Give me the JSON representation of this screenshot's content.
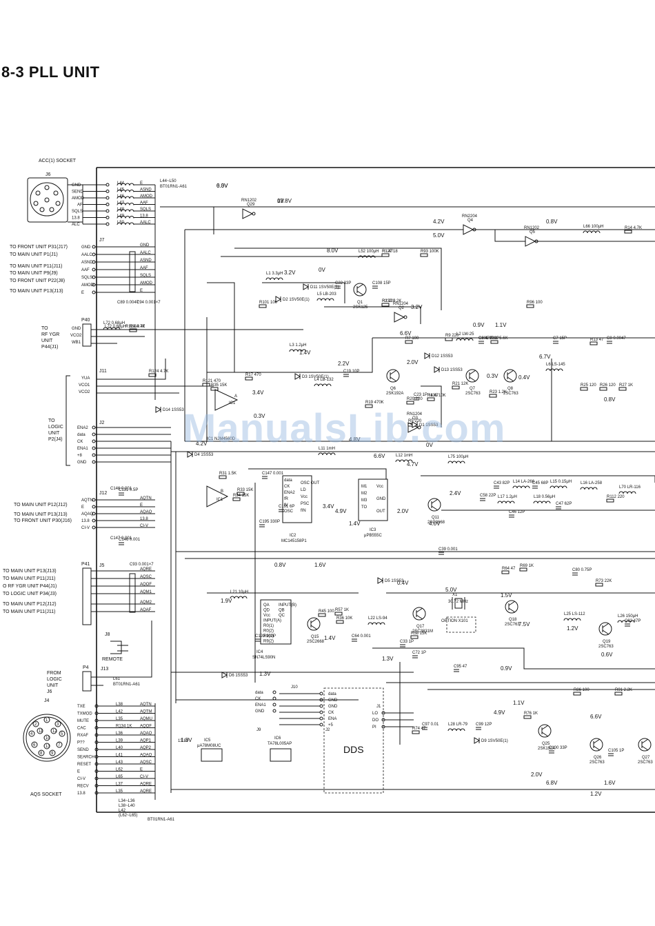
{
  "page_title": "8-3 PLL UNIT",
  "watermark": "ManualsLib.com",
  "connectors": {
    "acc_socket": "ACC(1) SOCKET",
    "acc_socket_ref": "J6",
    "acc_pins": [
      "GND",
      "SEND",
      "AMOD",
      "AF",
      "SQLS",
      "13.8",
      "ALC"
    ],
    "acc_coils": [
      "L44",
      "L45",
      "L46",
      "L47",
      "L48",
      "L49",
      "L50"
    ],
    "acc_right": [
      "E",
      "ASND",
      "AMOD",
      "AAF",
      "SQLS",
      "13.8",
      "AALC"
    ],
    "coil_note": "L44~L50",
    "coil_part": "BT01RN1-A61",
    "j7_ref": "J7",
    "j7_lines": [
      "TO FRONT UNIT P31(J17)",
      "TO MAIN UNIT P1(J1)",
      "TO MAIN UNIT P11(J11)",
      "TO MAIN UNIT P9(J9)",
      "TO FRONT UNIT P22(J8)",
      "TO MAIN UNIT P13(J13)"
    ],
    "j7_pins": [
      "GND",
      "AALC",
      "ASND",
      "AAF",
      "SQLS",
      "AMOD",
      "E"
    ],
    "p40_ref": "P40",
    "p40_to": [
      "TO",
      "RF YGR",
      "UNIT",
      "P44(J1)"
    ],
    "p40_pins": [
      "GND",
      "VCO2",
      "WB1"
    ],
    "j11_ref": "J11",
    "j11_pins": [
      "YUA",
      "VCO1",
      "VCO2"
    ],
    "j2_ref": "J2",
    "j2_pins": [
      "ENA2",
      "data",
      "CK",
      "ENA1",
      "+8",
      "GND"
    ],
    "logic_to": [
      "TO",
      "LOGIC",
      "UNIT",
      "P2(J4)"
    ],
    "j12_ref": "J12",
    "j12_lines": [
      "TO MAIN UNIT P12(J12)",
      "TO MAIN UNIT P13(J13)",
      "TO FRONT UNIT P30(J16)"
    ],
    "j12_pins": [
      "AQTN",
      "E",
      "AQAQ",
      "13.8",
      "CI-V"
    ],
    "p41_ref": "P41",
    "j5_ref": "J5",
    "j5_lines": [
      "TO MAIN UNIT P13(J13)",
      "TO MAIN UNIT P11(J11)",
      "O RF YGR UNIT P44(J1)",
      "TO LOGIC UNIT P34(J3)",
      "TO MAIN UNIT P12(J12)",
      "TO MAIN UNIT P11(J11)"
    ],
    "j5_right": [
      "AQRE",
      "AQSC",
      "AQOF",
      "AQM1",
      "AQM2",
      "AQAF"
    ],
    "j8_ref": "J8",
    "remote_label": "REMOTE",
    "p4_ref": "P4",
    "j13_ref": "J13",
    "from_logic": [
      "FROM",
      "LOGIC",
      "UNIT",
      "J6"
    ],
    "l61": "L61",
    "l61_part": "BT01RN1-A61",
    "j4_ref": "J4",
    "aqs_socket": "AQS SOCKET",
    "j4_pins": [
      "TXE",
      "TXMOD",
      "MUTE",
      "CAC",
      "RXAF",
      "P??",
      "SEND",
      "SEARCH",
      "RESET",
      "E",
      "CI-V",
      "RECV",
      "13.8"
    ],
    "j4_coils": [
      "L38",
      "L42",
      "L35",
      "R134 1K",
      "L36",
      "L39",
      "L40",
      "L41",
      "L43",
      "L62",
      "L65",
      "L37",
      "L35"
    ],
    "j4_right": [
      "AQTN",
      "AQTM",
      "AQMU",
      "AQOF",
      "AQAQ",
      "AQP1",
      "AQP2",
      "AQAQ",
      "AQSC",
      "E",
      "CI-V",
      "AQRE",
      "AQRE"
    ],
    "coil_note2": [
      "L34~L36",
      "L38~L40",
      "L42",
      "(L62~L65)"
    ],
    "coil_part2": "BT01RN1-A61"
  },
  "components": {
    "ics": [
      {
        "ref": "IC1",
        "part": "A"
      },
      {
        "ref": "IC1",
        "part": "B"
      },
      {
        "ref": "IC2",
        "part": "MC145158P1"
      },
      {
        "ref": "IC3",
        "part": "μPB555C"
      },
      {
        "ref": "IC4",
        "part": "SN74LS90N"
      },
      {
        "ref": "IC5",
        "part": "μA78M08UC"
      },
      {
        "ref": "IC6",
        "part": "TA78L005AP"
      }
    ],
    "ic1_note": "IC1 NJM4560D",
    "ic2_pins": [
      "OSC OUT",
      "LD",
      "Vcc",
      "PSC",
      "fIN",
      "data",
      "CK",
      "ENA2",
      "fR",
      "fV",
      "OSC"
    ],
    "ic3_pins": [
      "M1",
      "M2",
      "M3",
      "TO",
      "Vcc",
      "GND",
      "OUT"
    ],
    "ic4_pins": [
      "QA",
      "QD",
      "Vcc",
      "INPUT(A)",
      "R0(1)",
      "R0(2)",
      "R9(1)",
      "R9(2)",
      "INPUT(B)",
      "QB",
      "QC"
    ],
    "transistors": [
      {
        "ref": "Q29",
        "part": "RN1202"
      },
      {
        "ref": "Q4",
        "part": "RN2204"
      },
      {
        "ref": "Q5",
        "part": "RN1202"
      },
      {
        "ref": "Q1",
        "part": "2SK125"
      },
      {
        "ref": "Q2",
        "part": "RN1204"
      },
      {
        "ref": "Q6",
        "part": "2SK192A"
      },
      {
        "ref": "Q7",
        "part": "2SC763"
      },
      {
        "ref": "Q8",
        "part": "2SC763"
      },
      {
        "ref": "Q3",
        "part": "RN1204"
      },
      {
        "ref": "Q11",
        "part": "2SC2668"
      },
      {
        "ref": "Q15",
        "part": "2SC2668"
      },
      {
        "ref": "Q17",
        "part": "2SC3831M"
      },
      {
        "ref": "Q18",
        "part": "2SC763"
      },
      {
        "ref": "Q19",
        "part": "2SC763"
      },
      {
        "ref": "Q25",
        "part": "2SK192A"
      },
      {
        "ref": "Q26",
        "part": "2SC763"
      },
      {
        "ref": "Q27",
        "part": "2SC763"
      }
    ],
    "diodes": [
      "D1 1SS53",
      "D2 1SV50E(1)",
      "D3 1SV50E(1)",
      "D4 1SS53",
      "D6 1SS53",
      "D11 1SV50E(1)",
      "D12 1SS53",
      "D13 1SS53",
      "D14 1SS53",
      "D5 1SS53",
      "D9 1SV50E(1)"
    ],
    "crystal": {
      "ref": "X1",
      "value": "30.72 MHz"
    },
    "xtal_option": "OPTION X101",
    "dds_label": "DDS",
    "j9_ref": "J9",
    "j10_ref": "J10",
    "j10_pins": [
      "data",
      "GND",
      "GND",
      "CK",
      "ENA",
      "+5"
    ],
    "j1_pins": [
      "LO",
      "DO",
      "PI"
    ],
    "j9_pins": [
      "data",
      "CK",
      "ENA1",
      "GND"
    ]
  },
  "parts": {
    "r_values": [
      "R1 47",
      "R2 220",
      "R4 47",
      "R5 220",
      "R7 100",
      "R9 220",
      "R11 5.6K",
      "R13 47",
      "R14 4.7K",
      "R17 470",
      "R19 470K",
      "R20 220",
      "R21 12K",
      "R23 1.2K",
      "R25 120",
      "R26 120",
      "R27 1K",
      "R31 1.5K",
      "R33 15K",
      "R34 15K",
      "R35 15K",
      "R36 10K",
      "R45 100",
      "R57 1K",
      "R58 15K",
      "R64 47",
      "R69 1K",
      "R73 22K",
      "R74 47",
      "R76 1K",
      "R86 100",
      "R91 2.2K",
      "R93 100K",
      "R96 100",
      "R101 100",
      "R110 47",
      "R112 220",
      "R121 470",
      "R124 4.7K",
      "R127 18",
      "R132 2.2K",
      "R135 10K"
    ],
    "c_values": [
      "C6 47P",
      "C7 15P",
      "C8 0.0047",
      "C19 10P",
      "C22 33P",
      "C23 1P",
      "C33 1P",
      "C39 0.001",
      "C43 82P",
      "C45 68P",
      "C46 12P",
      "C47 62P",
      "C58 22P",
      "C64 0.001",
      "C72 1P",
      "C80 0.75P",
      "C82 47P",
      "C95 47",
      "C97 0.01",
      "C99 12P",
      "C100 33P",
      "C105 1P",
      "C108 15P",
      "C131 0.5P",
      "C146 0.001",
      "C147 0.001",
      "C191 6P",
      "C193 100P",
      "C195 330P",
      "C201 120P"
    ],
    "l_values": [
      "L1 3.3μH",
      "L2 LW-25",
      "L3 1.2μH",
      "L4 LB-132",
      "L5 LB-203",
      "L6 LS-145",
      "L11 1mH",
      "L12 1mH",
      "L14 LA-266",
      "L15 0.15μH",
      "L16 LA-258",
      "L17 1.2μH",
      "L18 0.56μH",
      "L21 10μH",
      "L22 LS-94",
      "L25 LS-112",
      "L26 150μH",
      "L28 LR-79",
      "L52 100μH",
      "L66 100μH",
      "L70 LR-116",
      "L72 0.68μH",
      "L75 100μH"
    ]
  },
  "voltages": [
    "6.0V",
    "0V",
    "4.2V",
    "5.0V",
    "0.8V",
    "8.0V",
    "3.2V",
    "0V",
    "3.2V",
    "0.9V",
    "1.1V",
    "6.6V",
    "2.0V",
    "1.4V",
    "2.2V",
    "0.3V",
    "0.4V",
    "6.7V",
    "0.8V",
    "3.4V",
    "0.3V",
    "4.2V",
    "4.8V",
    "0V",
    "6.6V",
    "4.7V",
    "2.4V",
    "2.0V",
    "4.0V",
    "1.4V",
    "3.4V",
    "4.9V",
    "0.8V",
    "1.9V",
    "1.6V",
    "1.4V",
    "0.4V",
    "5.0V",
    "1.5V",
    "7.5V",
    "1.3V",
    "0.9V",
    "1.3V",
    "1.1V",
    "4.9V",
    "6.6V",
    "2.0V",
    "6.8V",
    "1.6V",
    "1.2V",
    "1.2V",
    "0.6V",
    "1.3V",
    "0.3V",
    "13.8V"
  ]
}
